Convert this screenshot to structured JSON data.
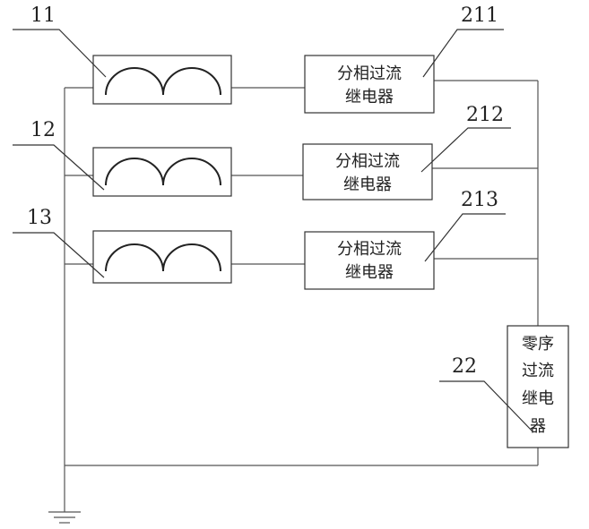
{
  "ct_refs": [
    "11",
    "12",
    "13"
  ],
  "relay_refs": [
    "211",
    "212",
    "213"
  ],
  "relay_label_line1": "分相过流",
  "relay_label_line2": "继电器",
  "zero_ref": "22",
  "zero_lines": [
    "零序",
    "过流",
    "继电",
    "器"
  ]
}
